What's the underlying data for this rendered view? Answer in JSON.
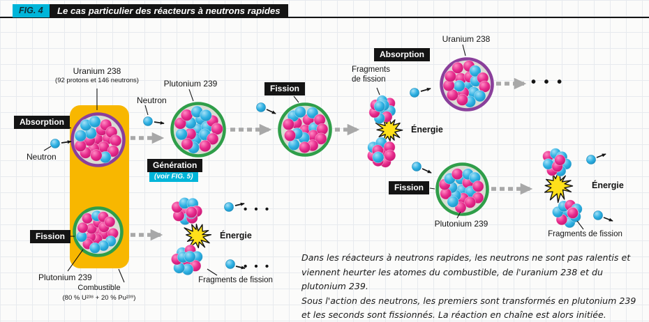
{
  "header": {
    "fig_tag": "FIG. 4",
    "title": "Le cas particulier des réacteurs à neutrons rapides"
  },
  "labels": {
    "uranium_238": "Uranium 238",
    "uranium_detail": "(92 protons et 146 neutrons)",
    "absorption": "Absorption",
    "neutron": "Neutron",
    "fission": "Fission",
    "plutonium_239": "Plutonium 239",
    "generation": "Génération",
    "generation_ref": "(voir FIG. 5)",
    "energie": "Énergie",
    "fragments_line1": "Fragments",
    "fragments_line2": "de fission",
    "fragments_full": "Fragments de fission",
    "combustible": "Combustible",
    "combustible_detail": "(80 % U²³⁸ + 20 % Pu²³⁹)",
    "ellipsis": "• • •"
  },
  "caption": {
    "line1": "Dans les réacteurs à neutrons rapides, les neutrons ne sont pas ralentis et",
    "line2": "viennent heurter les atomes du combustible, de l'uranium 238 et du plutonium 239.",
    "line3": "Sous l'action des neutrons, les premiers sont transformés en plutonium 239",
    "line4": "et les seconds sont fissionnés. La réaction en chaîne est alors initiée."
  },
  "colors": {
    "accent_cyan": "#00b5d9",
    "label_black": "#141414",
    "fuel_yellow": "#f8b700",
    "sphere_pink": "#e62a8c",
    "sphere_pink_light": "#ff8cc4",
    "sphere_pink_dark": "#c4156f",
    "sphere_cyan": "#2fb1e3",
    "sphere_cyan_light": "#a5e0f6",
    "sphere_cyan_dark": "#1a8fc0",
    "ring_purple": "#8a3f9b",
    "ring_green": "#2f9e49",
    "atom_fill": "#d9ddd3",
    "energy_yellow": "#ffe01a",
    "arrow_gray": "#a8a8a8"
  }
}
